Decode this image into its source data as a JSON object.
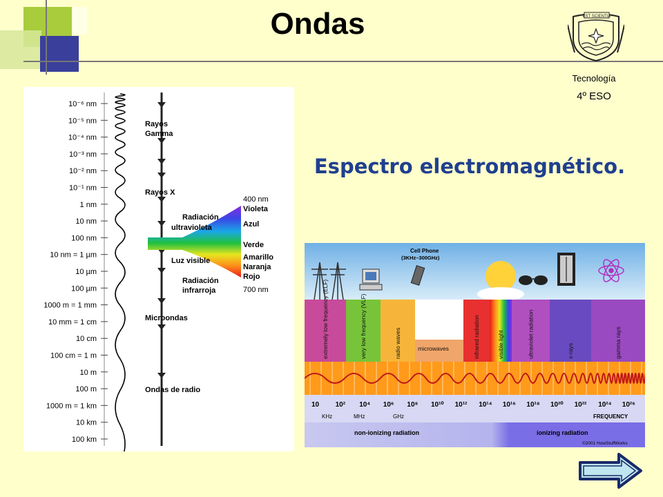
{
  "slide": {
    "title": "Ondas",
    "subject": "Tecnología",
    "course": "4º ESO",
    "subtitle": "Espectro electromagnético.",
    "logo_text": "EST SCIENTIA"
  },
  "left_diagram": {
    "wavelength_labels": [
      "10⁻⁶ nm",
      "10⁻⁵ nm",
      "10⁻⁴ nm",
      "10⁻³ nm",
      "10⁻² nm",
      "10⁻¹ nm",
      "1 nm",
      "10 nm",
      "100 nm",
      "10   nm = 1 µm",
      "10 µm",
      "100 µm",
      "1000   m = 1 mm",
      "10 mm = 1 cm",
      "10 cm",
      "100 cm = 1 m",
      "10 m",
      "100 m",
      "1000 m = 1 km",
      "10 km",
      "100 km"
    ],
    "band_labels": {
      "gamma_1": "Rayos",
      "gamma_2": "Gamma",
      "xray": "Rayos X",
      "uv_1": "Radiación",
      "uv_2": "ultravioleta",
      "visible": "Luz visible",
      "ir_1": "Radiación",
      "ir_2": "infrarroja",
      "micro": "Microondas",
      "radio": "Ondas de radio"
    },
    "visible_top_nm": "400 nm",
    "visible_bottom_nm": "700 nm",
    "colors": [
      "Violeta",
      "Azul",
      "Verde",
      "Amarillo",
      "Naranja",
      "Rojo"
    ]
  },
  "right_diagram": {
    "cell_phone": "Cell Phone",
    "cell_phone_range": "(3KHz–300GHz)",
    "bands": [
      {
        "label": "extremely low frequency (ELF)",
        "color": "#c84a9a"
      },
      {
        "label": "very low frequency (VLF)",
        "color": "#77c43a"
      },
      {
        "label": "radio waves",
        "color": "#f6b53a"
      },
      {
        "label": "microwaves",
        "color": "#f0a56a"
      },
      {
        "label": "infrared radiation",
        "color": "#e83030"
      },
      {
        "label": "visible light",
        "color": "#f0f040"
      },
      {
        "label": "ultraviolet radiation",
        "color": "#b04fc0"
      },
      {
        "label": "x-rays",
        "color": "#6a4ac0"
      },
      {
        "label": "gamma rays",
        "color": "#9a4ac0"
      }
    ],
    "frequency_ticks": [
      "10",
      "10²",
      "10⁴",
      "10⁶",
      "10⁸",
      "10¹⁰",
      "10¹²",
      "10¹⁴",
      "10¹⁶",
      "10¹⁸",
      "10²⁰",
      "10²²",
      "10²⁴",
      "10²⁶"
    ],
    "unit_labels": [
      "KHz",
      "MHz",
      "GHz"
    ],
    "frequency_label": "FREQUENCY",
    "non_ionizing": "non-ionizing radiation",
    "ionizing": "ionizing radiation",
    "copyright": "©2001 HowStuffWorks"
  }
}
